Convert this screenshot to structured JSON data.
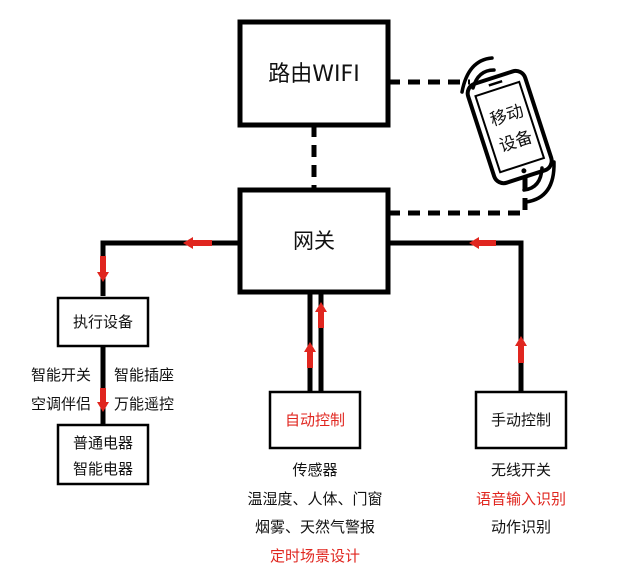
{
  "nodes": {
    "router": "路由WIFI",
    "gateway": "网关",
    "mobile_line1": "移动",
    "mobile_line2": "设备",
    "executor": "执行设备",
    "appliance_line1": "普通电器",
    "appliance_line2": "智能电器",
    "auto_control": "自动控制",
    "manual_control": "手动控制"
  },
  "executor_devices": {
    "row1_left": "智能开关",
    "row1_right": "智能插座",
    "row2_left": "空调伴侣",
    "row2_right": "万能遥控"
  },
  "auto_sources": {
    "title": "传感器",
    "line1": "温湿度、人体、门窗",
    "line2": "烟雾、天然气警报",
    "line3": "定时场景设计"
  },
  "manual_sources": {
    "line1": "无线开关",
    "line2": "语音输入识别",
    "line3": "动作识别"
  },
  "colors": {
    "line": "#000000",
    "arrow": "#e0261f",
    "highlight_text": "#e0261f"
  }
}
